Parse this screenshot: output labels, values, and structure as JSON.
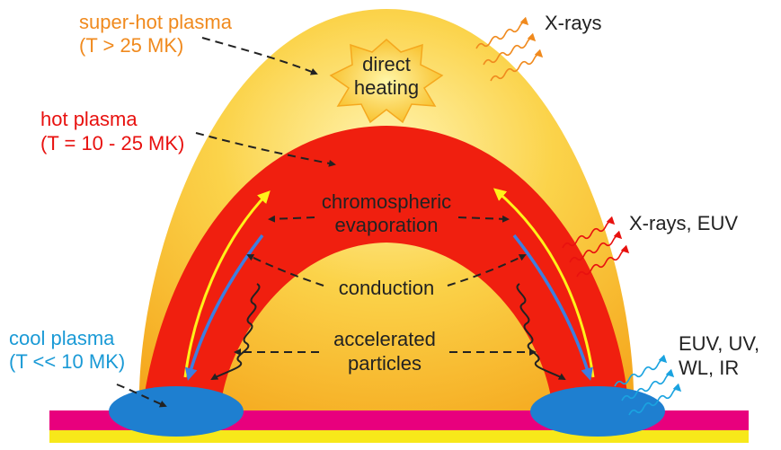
{
  "labels": {
    "superhot_line1": "super-hot plasma",
    "superhot_line2": "(T > 25 MK)",
    "hot_line1": "hot plasma",
    "hot_line2": "(T = 10 - 25 MK)",
    "cool_line1": "cool plasma",
    "cool_line2": "(T << 10 MK)",
    "direct_line1": "direct",
    "direct_line2": "heating",
    "chromo_line1": "chromospheric",
    "chromo_line2": "evaporation",
    "conduction": "conduction",
    "accel_line1": "accelerated",
    "accel_line2": "particles",
    "xrays_top": "X-rays",
    "xrays_euv": "X-rays, EUV",
    "euv_line1": "EUV, UV,",
    "euv_line2": "WL, IR"
  },
  "colors": {
    "superhot": "#f08a1e",
    "hot": "#e8110f",
    "cool": "#1a9ad6",
    "outer_loop": "#fbd04a",
    "inner_loop": "#f01f0f",
    "footpoint": "#1e7fd0",
    "chromosphere_band": "#e8007d",
    "photosphere_band": "#f7e81a",
    "flow_up": "#fff21a",
    "flow_down": "#3d7ee0",
    "text_dark": "#222222"
  }
}
